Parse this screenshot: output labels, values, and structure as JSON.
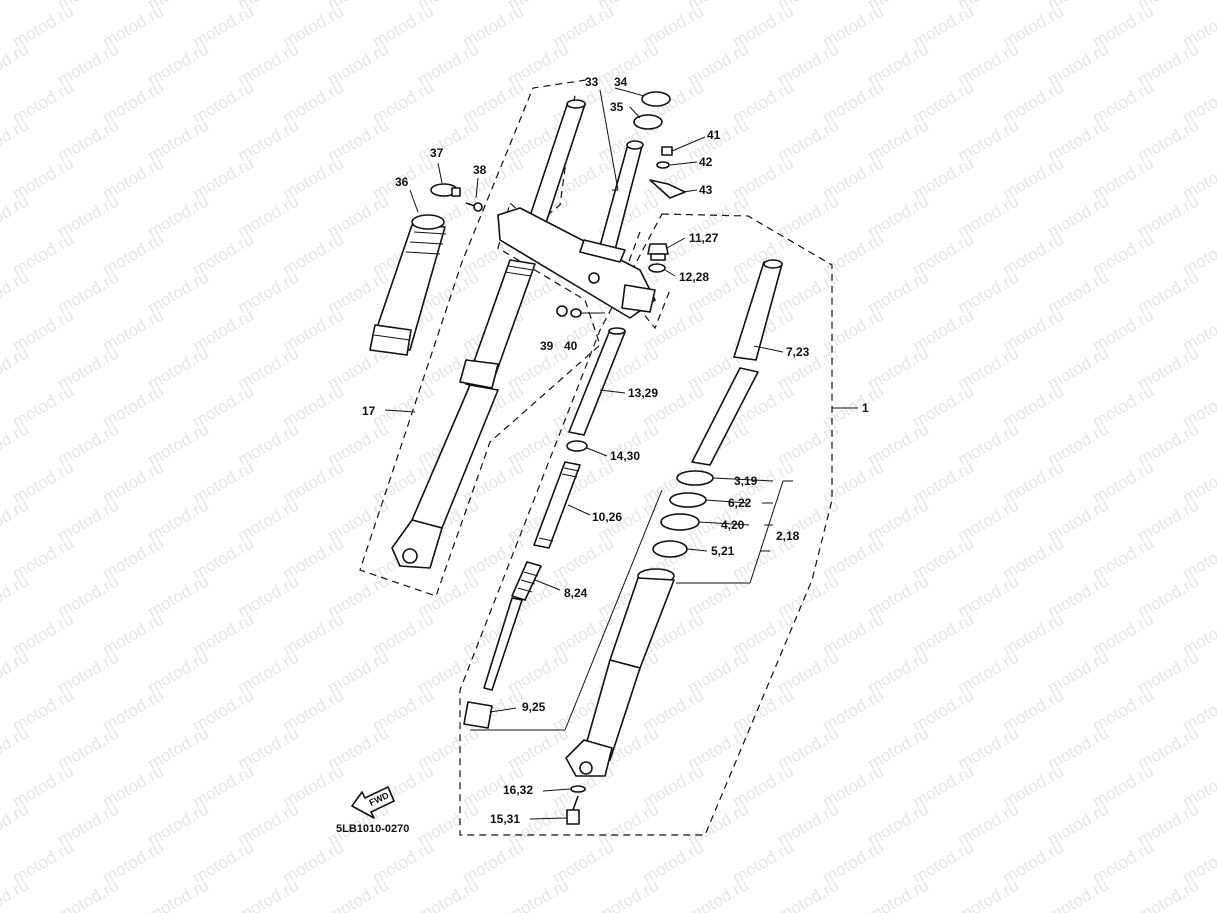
{
  "watermark": {
    "text": "motod.ru",
    "color": "#e6e6e6"
  },
  "diagram": {
    "code": "5LB1010-0270",
    "fwd_label": "FWD",
    "line_color": "#111111",
    "callouts": [
      {
        "id": "c1",
        "text": "1"
      },
      {
        "id": "c17",
        "text": "17"
      },
      {
        "id": "c33",
        "text": "33"
      },
      {
        "id": "c34",
        "text": "34"
      },
      {
        "id": "c35",
        "text": "35"
      },
      {
        "id": "c36",
        "text": "36"
      },
      {
        "id": "c37",
        "text": "37"
      },
      {
        "id": "c38",
        "text": "38"
      },
      {
        "id": "c39",
        "text": "39"
      },
      {
        "id": "c40",
        "text": "40"
      },
      {
        "id": "c41",
        "text": "41"
      },
      {
        "id": "c42",
        "text": "42"
      },
      {
        "id": "c43",
        "text": "43"
      },
      {
        "id": "c1127",
        "text": "11,27"
      },
      {
        "id": "c1228",
        "text": "12,28"
      },
      {
        "id": "c723",
        "text": "7,23"
      },
      {
        "id": "c1329",
        "text": "13,29"
      },
      {
        "id": "c1430",
        "text": "14,30"
      },
      {
        "id": "c1026",
        "text": "10,26"
      },
      {
        "id": "c319",
        "text": "3,19"
      },
      {
        "id": "c622",
        "text": "6,22"
      },
      {
        "id": "c420",
        "text": "4,20"
      },
      {
        "id": "c218",
        "text": "2,18"
      },
      {
        "id": "c521",
        "text": "5,21"
      },
      {
        "id": "c824",
        "text": "8,24"
      },
      {
        "id": "c925",
        "text": "9,25"
      },
      {
        "id": "c1632",
        "text": "16,32"
      },
      {
        "id": "c1531",
        "text": "15,31"
      }
    ]
  }
}
